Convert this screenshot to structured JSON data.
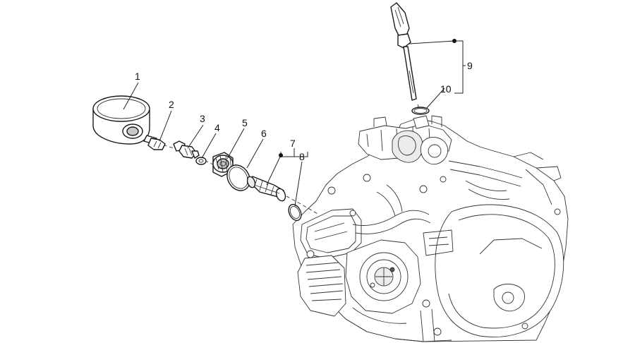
{
  "diagram": {
    "type": "exploded-parts-diagram",
    "background_color": "#ffffff",
    "line_color": "#1a1a1a",
    "callouts": [
      {
        "id": "c1",
        "label": "1",
        "part": "oil-filter"
      },
      {
        "id": "c2",
        "label": "2",
        "part": "union-fitting"
      },
      {
        "id": "c3",
        "label": "3",
        "part": "pressure-switch"
      },
      {
        "id": "c4",
        "label": "4",
        "part": "washer"
      },
      {
        "id": "c5",
        "label": "5",
        "part": "drain-plug"
      },
      {
        "id": "c6",
        "label": "6",
        "part": "o-ring"
      },
      {
        "id": "c7",
        "label": "7",
        "part": "strainer-assembly"
      },
      {
        "id": "c8",
        "label": "8",
        "part": "o-ring-small"
      },
      {
        "id": "c9",
        "label": "9",
        "part": "dipstick-assembly"
      },
      {
        "id": "c10",
        "label": "10",
        "part": "dipstick-o-ring"
      }
    ]
  }
}
